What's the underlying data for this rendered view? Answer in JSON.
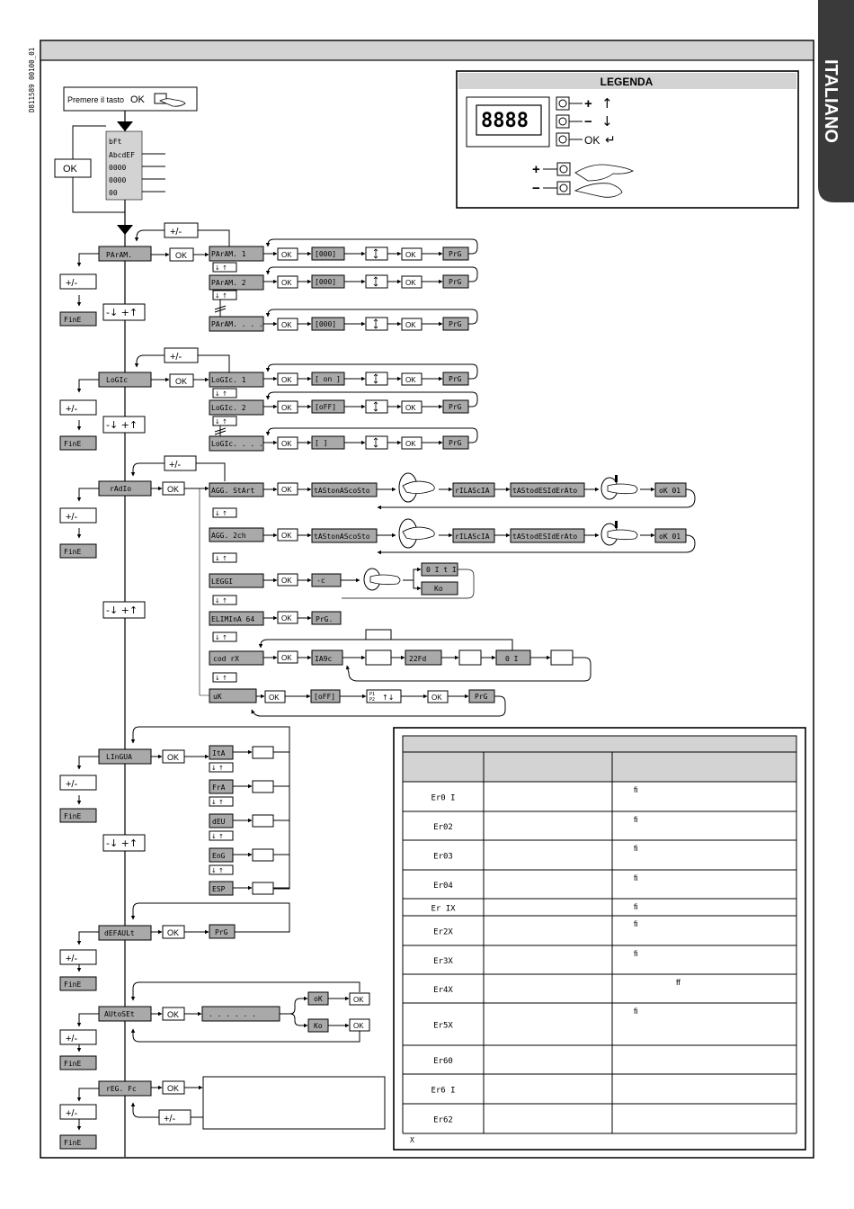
{
  "side_tab": {
    "label": "ITALIANO"
  },
  "doc_code": "D811589 00100_01",
  "start": {
    "label": "Premere il tasto",
    "key": "OK"
  },
  "ok_key": "OK",
  "pm": "+/-",
  "ud": "-↓ +↑",
  "ud_small": "↓ ↑",
  "fine": "FinE",
  "legend": {
    "title": "LEGENDA",
    "display": "8888",
    "items": [
      {
        "sym": "+",
        "arrow": "↑"
      },
      {
        "sym": "−",
        "arrow": "↓"
      },
      {
        "sym": "OK",
        "arrow": "↵"
      }
    ],
    "bottom_plus": "+",
    "bottom_minus": "−"
  },
  "display_lines": [
    "bFt",
    "AbcdEF",
    "0000",
    "0000",
    "00"
  ],
  "param": {
    "menu": "PArAM.",
    "rows": [
      {
        "label": "PArAM. 1",
        "value": "[000]"
      },
      {
        "label": "PArAM. 2",
        "value": "[000]"
      },
      {
        "label": "PArAM. . . .",
        "value": "[000]"
      }
    ],
    "prg": "PrG"
  },
  "logic": {
    "menu": "LoGIc",
    "rows": [
      {
        "label": "LoGIc. 1",
        "value": "[ on ]"
      },
      {
        "label": "LoGIc. 2",
        "value": "[oFF]"
      },
      {
        "label": "LoGIc. . . .",
        "value": "[    ]"
      }
    ],
    "prg": "PrG"
  },
  "radio": {
    "menu": "rAdIo",
    "rows": [
      {
        "label": "AGG. StArt",
        "s1": "tAStonAScoSto",
        "s2": "rILAScIA",
        "s3": "tAStodESIdErAto",
        "s4": "oK 01"
      },
      {
        "label": "AGG. 2ch",
        "s1": "tAStonAScoSto",
        "s2": "rILAScIA",
        "s3": "tAStodESIdErAto",
        "s4": "oK 01"
      }
    ],
    "leggi": "LEGGI",
    "leggi_val": "-c",
    "leggi_out1": "0 I t I",
    "leggi_out2": "Ko",
    "elimina": "ELIMInA 64",
    "elimina_prg": "PrG.",
    "codrx": "cod rX",
    "codrx_vals": [
      "IA9c",
      "22Fd",
      "0 I"
    ],
    "wk": "uK",
    "wk_val": "[oFF]",
    "prg": "PrG"
  },
  "lingua": {
    "menu": "LInGUA",
    "items": [
      "ItA",
      "FrA",
      "dEU",
      "EnG",
      "ESP"
    ]
  },
  "default": {
    "menu": "dEFAULt",
    "prg": "PrG"
  },
  "autoset": {
    "menu": "AUtoSEt",
    "dots": ". . .    . . .",
    "ok": "oK",
    "ko": "Ko"
  },
  "regfc": {
    "menu": "rEG. Fc"
  },
  "errors": {
    "codes": [
      "Er0 I",
      "Er02",
      "Er03",
      "Er04",
      "Er IX",
      "Er2X",
      "Er3X",
      "Er4X",
      "Er5X",
      "Er60",
      "Er6 I",
      "Er62"
    ],
    "marks": [
      "fi",
      "fi",
      "fi",
      "fi",
      "fi",
      "fi",
      "fi",
      "ff",
      "fi",
      "",
      "",
      ""
    ],
    "footnote": "X"
  }
}
